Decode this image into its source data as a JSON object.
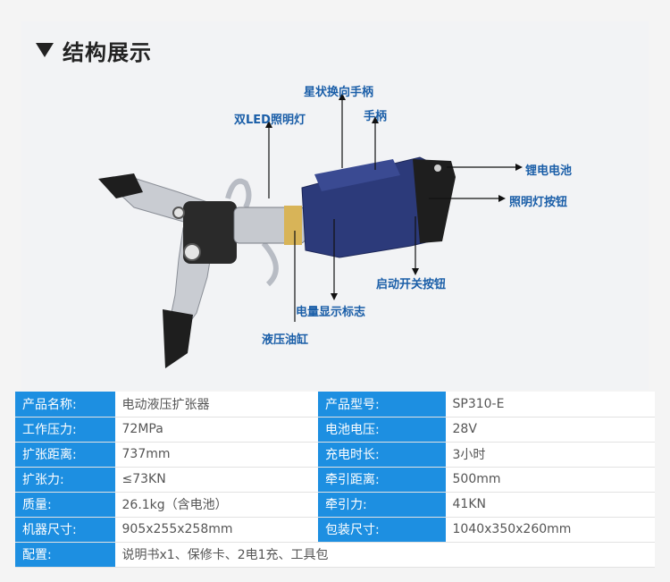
{
  "section": {
    "title": "结构展示"
  },
  "callouts": {
    "star_handle": "星状换向手柄",
    "led_light": "双LED照明灯",
    "handle": "手柄",
    "battery": "锂电电池",
    "light_button": "照明灯按钮",
    "start_button": "启动开关按钮",
    "power_display": "电量显示标志",
    "cylinder": "液压油缸"
  },
  "specs": {
    "rows": [
      {
        "label1": "产品名称:",
        "value1": "电动液压扩张器",
        "label2": "产品型号:",
        "value2": "SP310-E"
      },
      {
        "label1": "工作压力:",
        "value1": "72MPa",
        "label2": "电池电压:",
        "value2": "28V"
      },
      {
        "label1": "扩张距离:",
        "value1": "737mm",
        "label2": "充电时长:",
        "value2": "3小时"
      },
      {
        "label1": "扩张力:",
        "value1": "≤73KN",
        "label2": "牵引距离:",
        "value2": "500mm"
      },
      {
        "label1": "质量:",
        "value1": "26.1kg（含电池）",
        "label2": "牵引力:",
        "value2": "41KN"
      },
      {
        "label1": "机器尺寸:",
        "value1": "905x255x258mm",
        "label2": "包装尺寸:",
        "value2": "1040x350x260mm"
      }
    ],
    "config": {
      "label": "配置:",
      "value": "说明书x1、保修卡、2电1充、工具包"
    }
  },
  "colors": {
    "accent_blue": "#1d8fe1",
    "callout_blue": "#1a5ea8",
    "tool_navy": "#2c3a7a"
  }
}
